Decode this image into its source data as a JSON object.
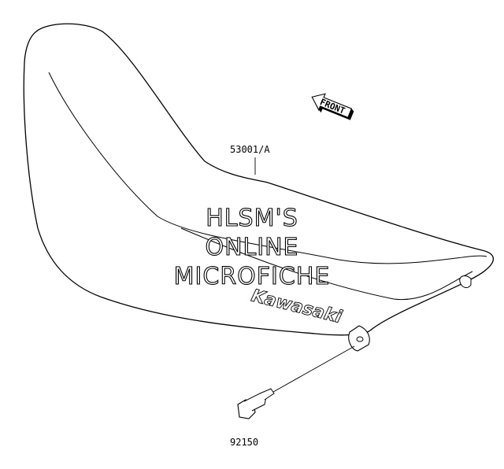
{
  "diagram": {
    "parts": [
      {
        "number": "53001/A"
      },
      {
        "number": "92150"
      }
    ],
    "direction_marker": "FRONT",
    "brand_logo": "Kawasaki",
    "watermark": [
      "HLSM'S",
      "ONLINE",
      "MICROFICHE"
    ]
  }
}
